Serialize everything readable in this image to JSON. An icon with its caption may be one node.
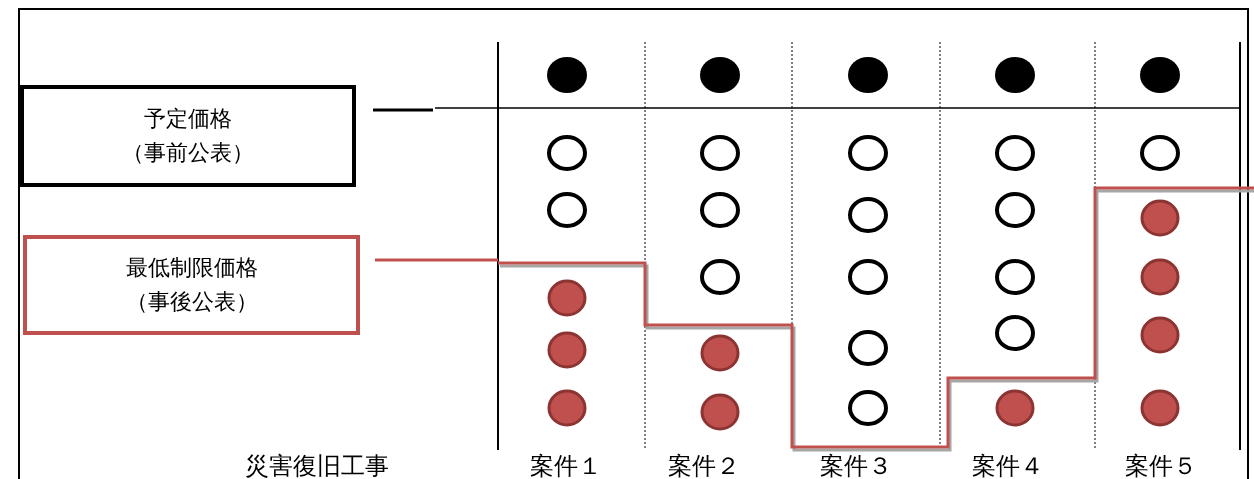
{
  "diagram": {
    "nodes": [
      {
        "text": [
          "予定価格",
          "（事前公表）"
        ]
      },
      {
        "text": [
          "最低制限価格",
          "（事後公表）"
        ]
      }
    ],
    "edges": [
      {
        "from": 0,
        "to": null,
        "arrow": "none"
      },
      {
        "from": 1,
        "to": null,
        "arrow": "none",
        "color": "#c0504d"
      }
    ],
    "labels": [
      "災害復旧工事",
      "案件１",
      "案件２",
      "案件３",
      "案件４",
      "案件５"
    ]
  }
}
